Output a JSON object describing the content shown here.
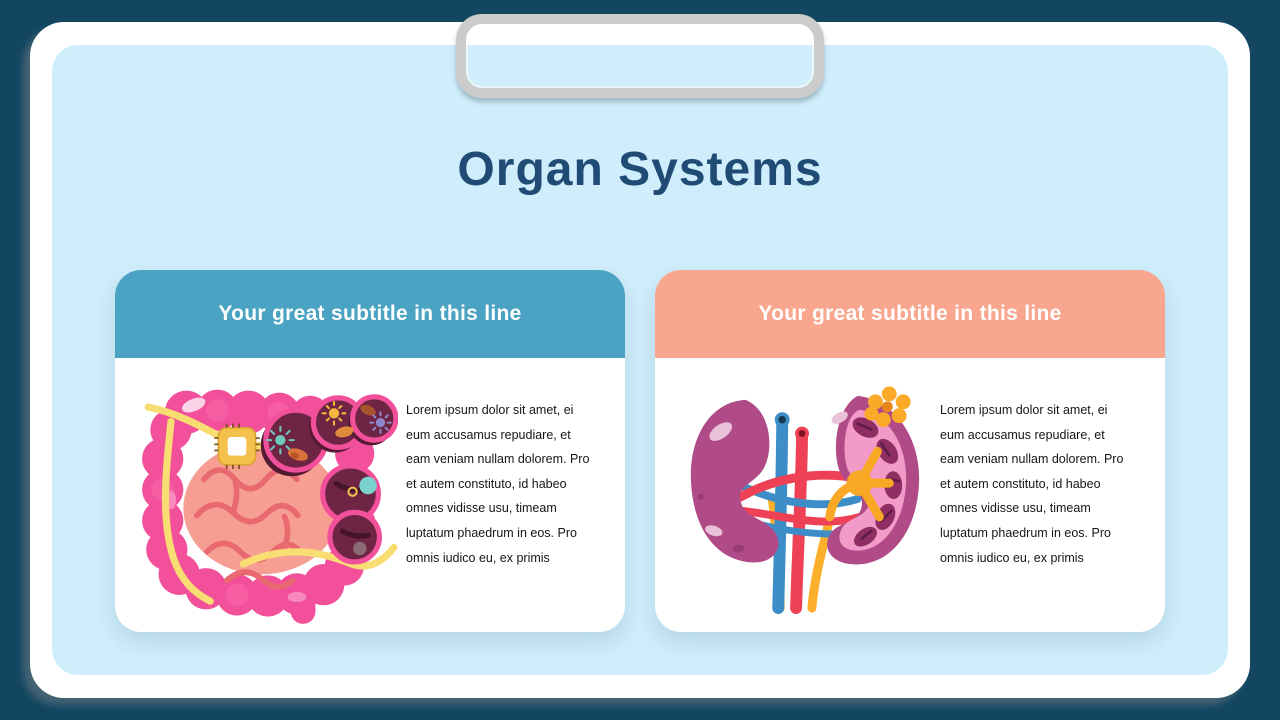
{
  "slide": {
    "title": "Organ Systems",
    "background_color": "#134761",
    "panel_color": "#CFEDFB",
    "frame_color": "#FFFFFF",
    "clip_color": "#CBCBCB",
    "title_color": "#1F4B74"
  },
  "cards": {
    "left": {
      "subtitle": "Your great subtitle in this line",
      "header_color": "#4AA3C2",
      "illustration": "intestines-digestive-system",
      "body_text": "Lorem  ipsum dolor sit amet, ei\neum  accusamus repudiare, et\neam  veniam nullam dolorem. Pro\net autem  constituto, id habeo\nomnes vidisse usu, timeam\nluptatum phaedrum in eos. Pro\nomnis iudico eu, ex  primis"
    },
    "right": {
      "subtitle": "Your great subtitle in this line",
      "header_color": "#F8A68D",
      "illustration": "kidneys-urinary-system",
      "body_text": "Lorem  ipsum dolor sit amet, ei\neum  accusamus repudiare, et\neam  veniam nullam dolorem. Pro\net autem  constituto, id habeo\nomnes vidisse usu, timeam\nluptatum phaedrum in eos. Pro\nomnis iudico eu, ex  primis"
    }
  }
}
